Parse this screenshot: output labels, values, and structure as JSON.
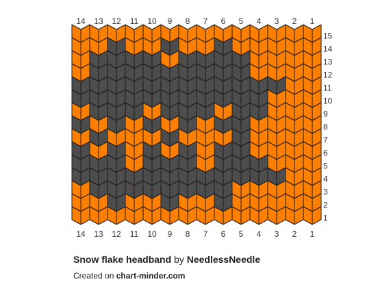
{
  "pattern": {
    "title": "Snow flake headband",
    "by_word": "by",
    "author": "NeedlessNeedle",
    "created_on": "Created on",
    "site": "chart-minder.com"
  },
  "colors": {
    "main": "#ff8000",
    "contrast": "#4d4d4d",
    "stitch_outline": "#1a1a1a"
  },
  "chart_data": {
    "type": "knitting-chart",
    "stitch_symbol": "knit-v",
    "columns_labels": [
      "14",
      "13",
      "12",
      "11",
      "10",
      "9",
      "8",
      "7",
      "6",
      "5",
      "4",
      "3",
      "2",
      "1"
    ],
    "rows_labels": [
      "15",
      "14",
      "13",
      "12",
      "11",
      "10",
      "9",
      "8",
      "7",
      "6",
      "5",
      "4",
      "3",
      "2",
      "1"
    ],
    "grid_legend": "O = main color, D = contrast color; first string is the top row (15), first char is stitch 14",
    "grid": [
      "OOOOOOOOOOOOOO",
      "OODOODOODOOOOO",
      "ODDDDODDDDOOOO",
      "ODDDDDDDDDOOOO",
      "DDDDDDDDDDDDOO",
      "DDDDDDDDDDDOOO",
      "ODDDODDDODDOOO",
      "DODODODODDOOOO",
      "ODOOODOOODOOOO",
      "DODODODODDOOOO",
      "DDDODDDODDDOOO",
      "DDDDDDDDDDDDOO",
      "ODDDDDDDDOOOOO",
      "OODOODOODOOOOO",
      "OOOOOOOOOOOOOO"
    ]
  }
}
